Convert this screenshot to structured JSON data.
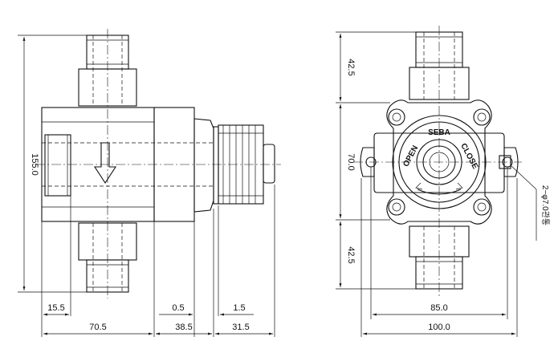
{
  "front_view": {
    "height_155": "155.0",
    "w_15_5": "15.5",
    "w_70_5": "70.5",
    "w_0_5": "0.5",
    "w_38_5": "38.5",
    "w_1_5": "1.5",
    "w_31_5": "31.5"
  },
  "side_view": {
    "top_42_5": "42.5",
    "mid_70_0": "70.0",
    "bottom_42_5": "42.5",
    "w_85_0": "85.0",
    "w_100_0": "100.0",
    "hole_note": "2−φ7.0관통",
    "label_seba": "SEBA",
    "label_open": "OPEN",
    "label_close": "CLOSE"
  }
}
